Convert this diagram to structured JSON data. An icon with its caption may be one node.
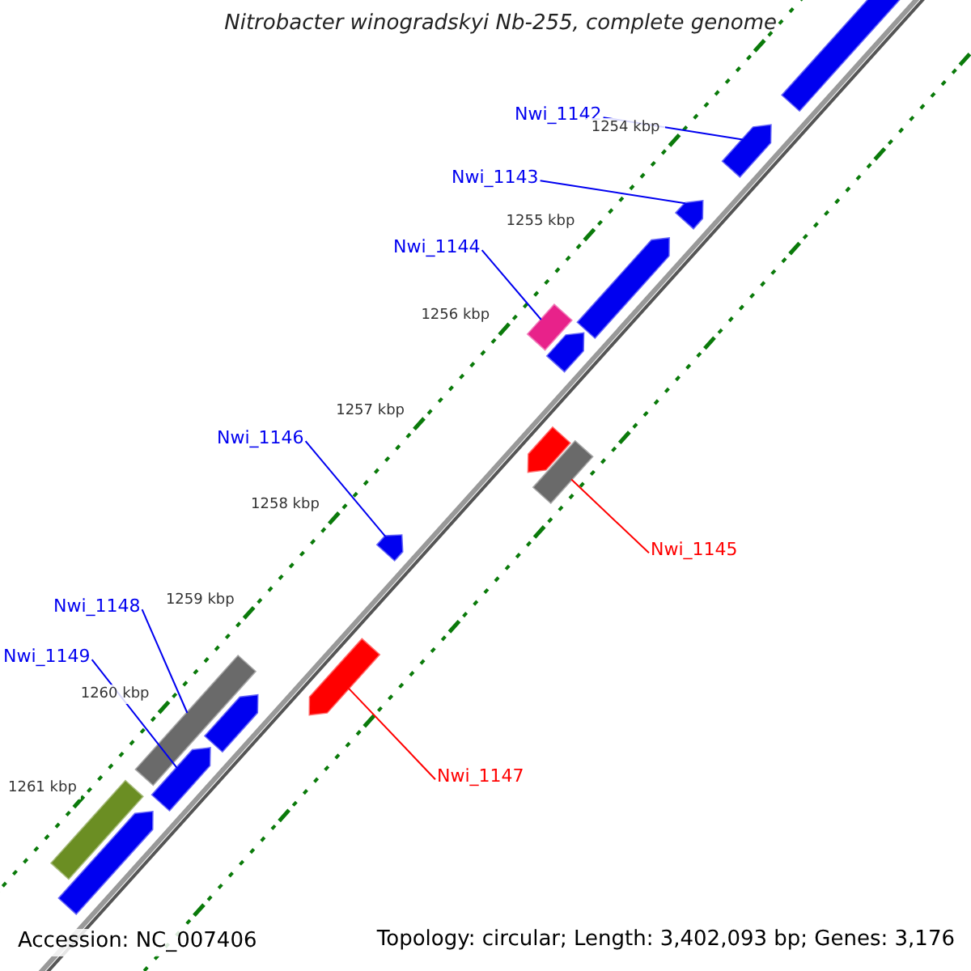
{
  "diagram": {
    "title": "Nitrobacter winogradskyi Nb-255, complete genome",
    "nodes": [
      {
        "text": [
          "Nwi_1142"
        ]
      },
      {
        "text": [],
        "shape": "arrow"
      },
      {
        "text": [
          "Nwi_1143"
        ]
      },
      {
        "text": [],
        "shape": "arrow"
      },
      {
        "text": [
          "Nwi_1144"
        ]
      },
      {
        "text": [],
        "shape": "box"
      },
      {
        "text": [
          "Nwi_1146"
        ]
      },
      {
        "text": [],
        "shape": "arrow"
      },
      {
        "text": [
          "Nwi_1145"
        ]
      },
      {
        "text": [],
        "shape": "box"
      },
      {
        "text": [
          "Nwi_1148"
        ]
      },
      {
        "text": [],
        "shape": "box"
      },
      {
        "text": [
          "Nwi_1149"
        ]
      },
      {
        "text": [],
        "shape": "arrow"
      },
      {
        "text": [
          "Nwi_1147"
        ]
      },
      {
        "text": [],
        "shape": "arrow"
      },
      {
        "text": [],
        "shape": "arrow"
      },
      {
        "text": [],
        "shape": "arrow"
      },
      {
        "text": [],
        "shape": "arrow"
      },
      {
        "text": [],
        "shape": "arrow"
      },
      {
        "text": [],
        "shape": "arrow"
      },
      {
        "text": [],
        "shape": "box"
      },
      {
        "text": [],
        "shape": "arrow"
      }
    ],
    "edges": [
      {
        "from": 0,
        "to": 1,
        "arrow": "none"
      },
      {
        "from": 2,
        "to": 3,
        "arrow": "none"
      },
      {
        "from": 4,
        "to": 5,
        "arrow": "none"
      },
      {
        "from": 6,
        "to": 7,
        "arrow": "none"
      },
      {
        "from": 8,
        "to": 9,
        "arrow": "none",
        "color": "#ff0000"
      },
      {
        "from": 10,
        "to": 11,
        "arrow": "none"
      },
      {
        "from": 12,
        "to": 13,
        "arrow": "none"
      },
      {
        "from": 14,
        "to": 15,
        "arrow": "none",
        "color": "#ff0000"
      }
    ],
    "labels": [
      "1254 kbp",
      "1255 kbp",
      "1256 kbp",
      "1257 kbp",
      "1258 kbp",
      "1259 kbp",
      "1260 kbp",
      "1261 kbp",
      "Accession: NC_007406",
      "Topology: circular; Length: 3,402,093 bp; Genes: 3,176"
    ]
  }
}
